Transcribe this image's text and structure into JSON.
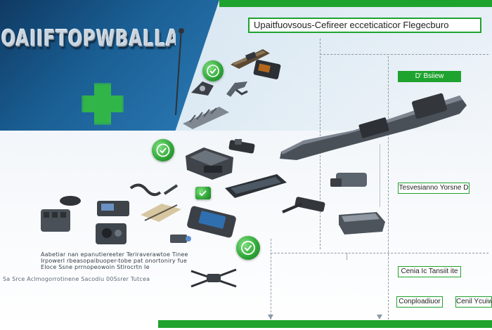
{
  "hero": {
    "title": "OAIIFTOPWBALLAN"
  },
  "header": {
    "title": "Upaitfuovsous-Cefireer ecceticaticor Flegecburo"
  },
  "labels": {
    "top_right": "D' Bsiiew",
    "middle_right": "Tesvesianno Yorsne D",
    "lower_right": "Cenia Ic Tansiit ite",
    "bottom_center": "Conploadiuor",
    "bottom_right": "Cenil Ycuiw"
  },
  "captions": {
    "line1": "Aabetiar nan epanutiereeter Teriraverawtoe Tinee",
    "line2": "Irpowerl rbeasopaibuoper-tobe pat onortoniry fue",
    "line3": "Eloce Ssne prrnopeowoin Stlrocrtn  Ie",
    "line4": "Sa  Srce  Aclmogorrotinene Sacodiu 00Ssrer  Tutcea"
  },
  "colors": {
    "accent_green": "#1fa32f",
    "band_blue": "#1a5f94",
    "part_dark": "#3a3f45",
    "part_mid": "#6d7680"
  },
  "icons": [
    "checkmark-badge-icon",
    "checkmark-badge-icon",
    "checkmark-badge-icon",
    "checkmark-badge-icon"
  ]
}
